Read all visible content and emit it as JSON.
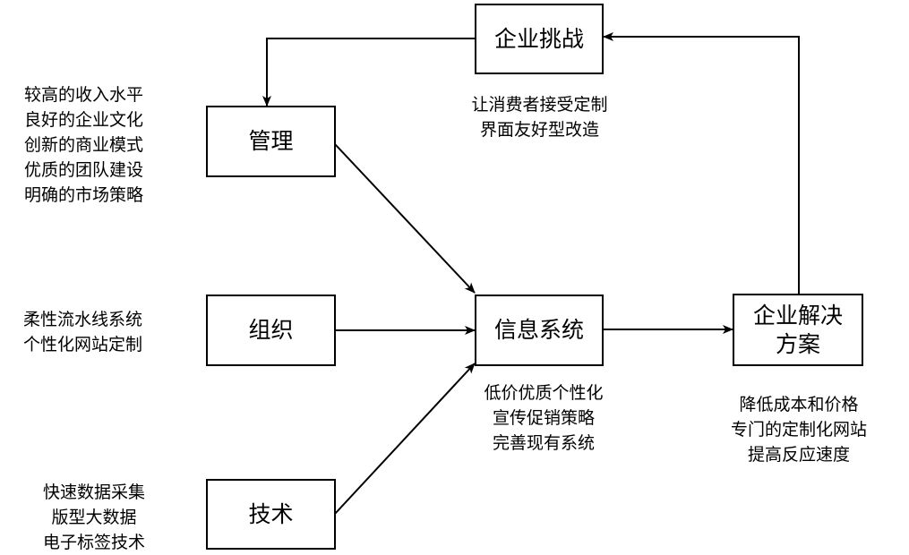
{
  "nodes": {
    "challenge": "企业挑战",
    "management": "管理",
    "organization": "组织",
    "technology": "技术",
    "info_system": "信息系统",
    "solution": [
      "企业解决",
      "方案"
    ]
  },
  "notes": {
    "challenge": [
      "让消费者接受定制",
      "界面友好型改造"
    ],
    "management": [
      "较高的收入水平",
      "良好的企业文化",
      "创新的商业模式",
      "优质的团队建设",
      "明确的市场策略"
    ],
    "organization": [
      "柔性流水线系统",
      "个性化网站定制"
    ],
    "technology": [
      "快速数据采集",
      "版型大数据",
      "电子标签技术"
    ],
    "info_system": [
      "低价优质个性化",
      "宣传促销策略",
      "完善现有系统"
    ],
    "solution": [
      "降低成本和价格",
      "专门的定制化网站",
      "提高反应速度"
    ]
  },
  "colors": {
    "line": "#000000",
    "background": "#ffffff"
  }
}
